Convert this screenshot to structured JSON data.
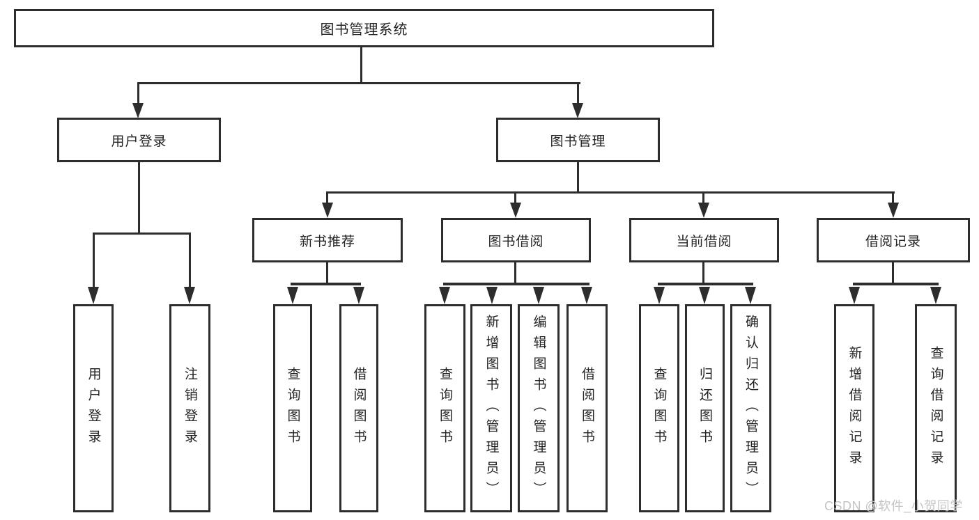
{
  "tree": {
    "root": {
      "label": "图书管理系统",
      "children": [
        {
          "label": "用户登录",
          "children": [
            {
              "label": "用户登录"
            },
            {
              "label": "注销登录"
            }
          ]
        },
        {
          "label": "图书管理",
          "children": [
            {
              "label": "新书推荐",
              "children": [
                {
                  "label": "查询图书"
                },
                {
                  "label": "借阅图书"
                }
              ]
            },
            {
              "label": "图书借阅",
              "children": [
                {
                  "label": "查询图书"
                },
                {
                  "label": "新增图书（管理员）"
                },
                {
                  "label": "编辑图书（管理员）"
                },
                {
                  "label": "借阅图书"
                }
              ]
            },
            {
              "label": "当前借阅",
              "children": [
                {
                  "label": "查询图书"
                },
                {
                  "label": "归还图书"
                },
                {
                  "label": "确认归还（管理员）"
                }
              ]
            },
            {
              "label": "借阅记录",
              "children": [
                {
                  "label": "新增借阅记录"
                },
                {
                  "label": "查询借阅记录"
                }
              ]
            }
          ]
        }
      ]
    }
  },
  "watermark": {
    "text": "CSDN @软件_小贺同学"
  },
  "colors": {
    "line": "#2d2d2d",
    "text": "#232323",
    "watermark": "#c4c4c4",
    "background": "#ffffff"
  }
}
